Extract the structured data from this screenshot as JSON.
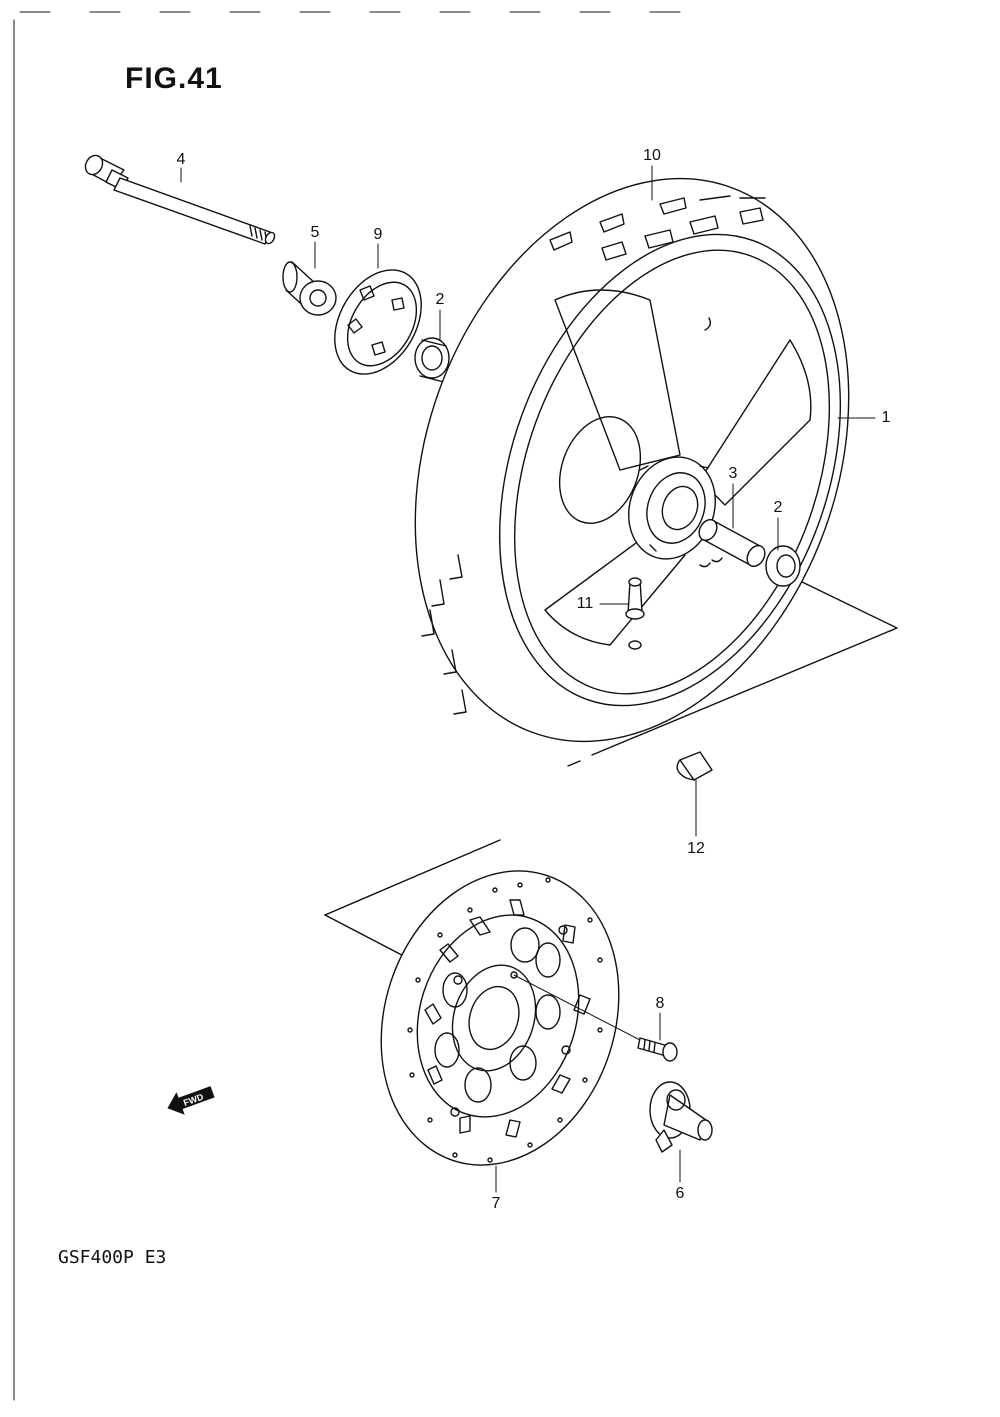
{
  "figure": {
    "title": "FIG.41",
    "model_code": "GSF400P  E3"
  },
  "indicator": {
    "label": "FWD",
    "icon": "forward-arrow-icon"
  },
  "callouts": [
    {
      "id": "1",
      "text": "1"
    },
    {
      "id": "2a",
      "text": "2"
    },
    {
      "id": "2b",
      "text": "2"
    },
    {
      "id": "3",
      "text": "3"
    },
    {
      "id": "4",
      "text": "4"
    },
    {
      "id": "5",
      "text": "5"
    },
    {
      "id": "6",
      "text": "6"
    },
    {
      "id": "7",
      "text": "7"
    },
    {
      "id": "8",
      "text": "8"
    },
    {
      "id": "9",
      "text": "9"
    },
    {
      "id": "10",
      "text": "10"
    },
    {
      "id": "11",
      "text": "11"
    },
    {
      "id": "12",
      "text": "12"
    }
  ],
  "colors": {
    "ink": "#111111",
    "paper": "#ffffff"
  }
}
